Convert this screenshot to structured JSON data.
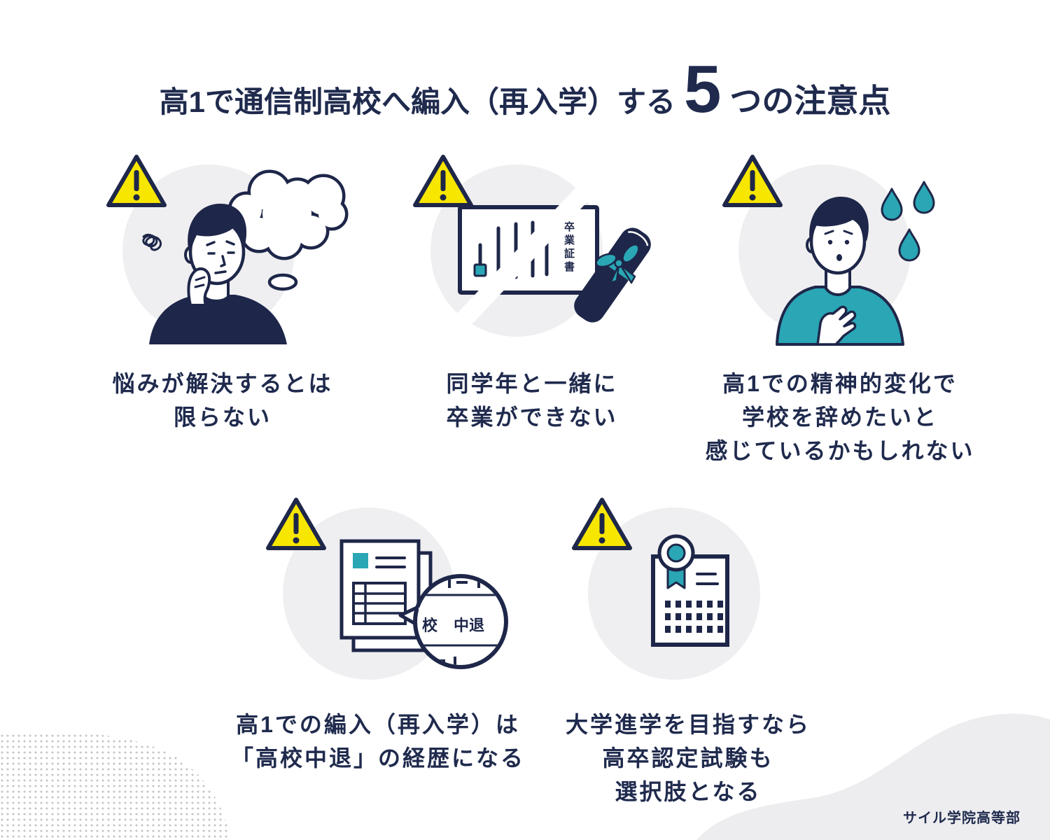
{
  "title": {
    "prefix": "高1で通信制高校へ編入（再入学）する",
    "number": "5",
    "suffix": "つの注意点"
  },
  "points": [
    {
      "icon": "warning-icon",
      "lines": [
        "悩みが解決するとは",
        "限らない"
      ]
    },
    {
      "icon": "warning-icon",
      "diploma_text": "卒業証書",
      "lines": [
        "同学年と一緒に",
        "卒業ができない"
      ]
    },
    {
      "icon": "warning-icon",
      "lines": [
        "高1での精神的変化で",
        "学校を辞めたいと",
        "感じているかもしれない"
      ]
    },
    {
      "icon": "warning-icon",
      "magnifier_text": [
        "校",
        "中退"
      ],
      "lines": [
        "高1での編入（再入学）は",
        "「高校中退」の経歴になる"
      ]
    },
    {
      "icon": "warning-icon",
      "lines": [
        "大学進学を目指すなら",
        "高卒認定試験も",
        "選択肢となる"
      ]
    }
  ],
  "footer": {
    "brand": "サイル学院高等部"
  },
  "colors": {
    "navy": "#1e2749",
    "text": "#1f2a4d",
    "teal": "#2aa6b5",
    "warning_yellow": "#f7e600",
    "circle_gray": "#efeff1"
  }
}
